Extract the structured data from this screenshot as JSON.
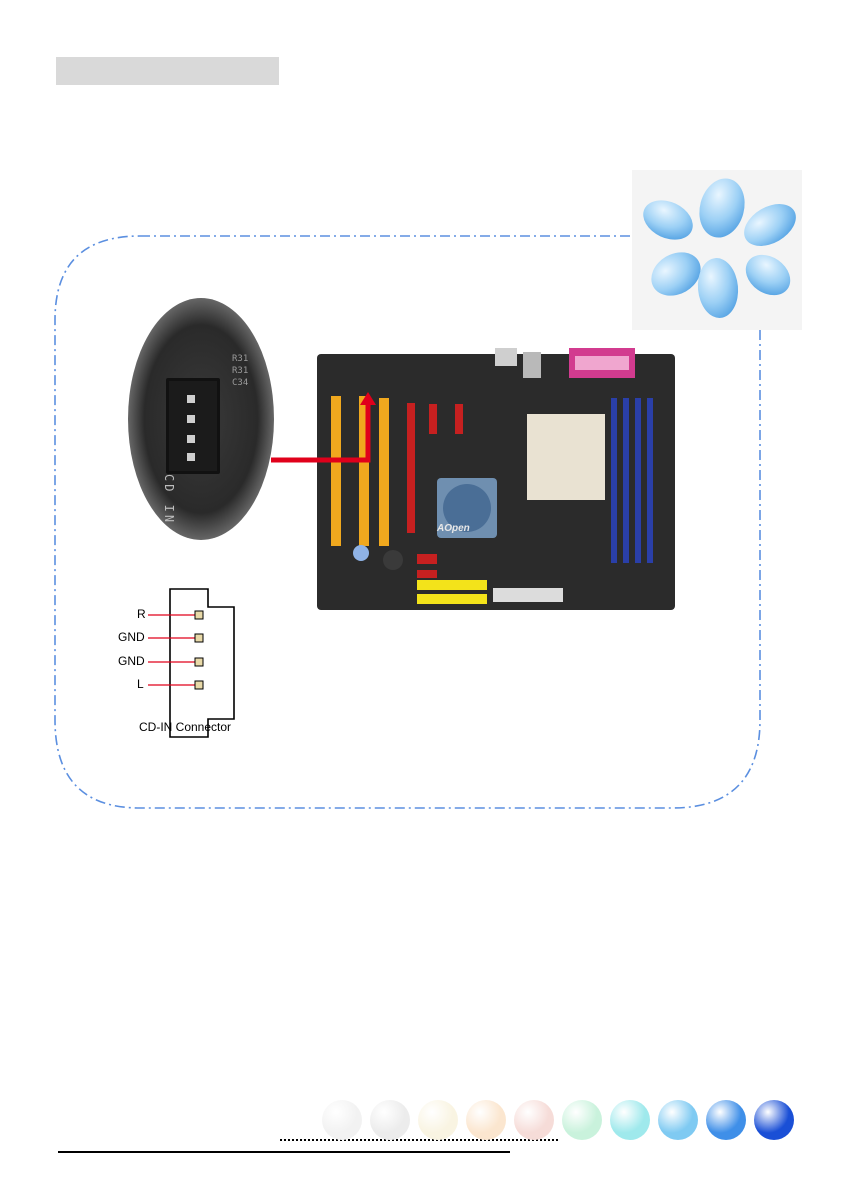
{
  "page": {
    "header_text": ""
  },
  "figure": {
    "closeup_label": "CD IN",
    "closeup_silk": [
      "R31",
      "R31",
      "C34"
    ],
    "board_brand": "AOpen",
    "pin_labels": [
      "R",
      "GND",
      "GND",
      "L"
    ],
    "caption": "CD-IN Connector"
  },
  "colors": {
    "frame": "#5b8fe0",
    "arrow": "#e0001b",
    "pin_wire": "#e0001b",
    "pin_pad": "#e8d9a8",
    "board": "#2b2b2b",
    "pci_slot": "#f0a81e",
    "pcie_slot": "#c62020",
    "dimm_slot": "#2a3fa8",
    "ide_slot": "#f3e31a",
    "header_bar": "#d9d9d9"
  },
  "footer": {
    "decor_balls": [
      "#f2f2f2",
      "#ececec",
      "#f9f4e2",
      "#fbe6cf",
      "#f6dcd8",
      "#c9f2dc",
      "#9fe9ec",
      "#7fcaf2",
      "#3f8fe8",
      "#1a4fd6"
    ]
  }
}
